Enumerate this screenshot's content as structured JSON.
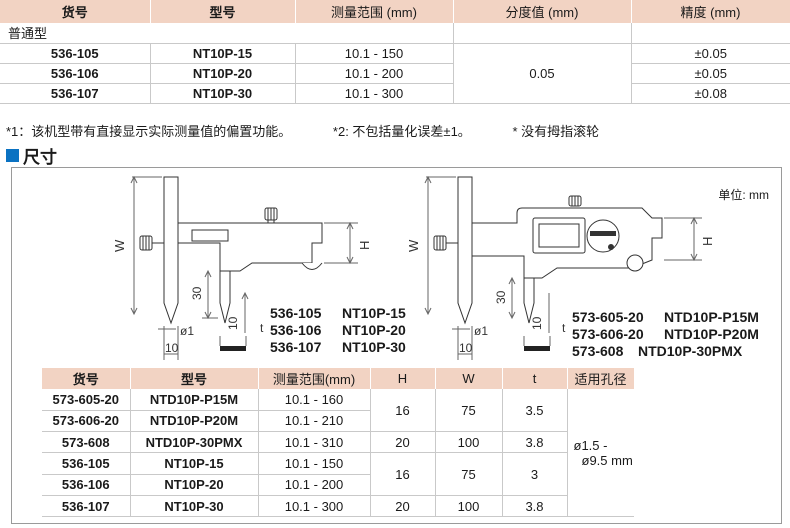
{
  "spec": {
    "headers": [
      "货号",
      "型号",
      "测量范围 (mm)",
      "分度值 (mm)",
      "精度 (mm)"
    ],
    "group_label": "普通型",
    "graduation": "0.05",
    "rows": [
      {
        "code": "536-105",
        "model": "NT10P-15",
        "range": "10.1 - 150",
        "accuracy": "±0.05"
      },
      {
        "code": "536-106",
        "model": "NT10P-20",
        "range": "10.1 - 200",
        "accuracy": "±0.05"
      },
      {
        "code": "536-107",
        "model": "NT10P-30",
        "range": "10.1 - 300",
        "accuracy": "±0.08"
      }
    ]
  },
  "notes": [
    "*1：该机型带有直接显示实际测量值的偏置功能。",
    "*2: 不包括量化误差±1。",
    "* 没有拇指滚轮"
  ],
  "section_title": "尺寸",
  "unit_label": "单位: mm",
  "drawing_labels": {
    "w": "W",
    "h": "H",
    "thirty": "30",
    "dia": "ø1",
    "ten": "10",
    "t": "t"
  },
  "model_groups": {
    "left": [
      {
        "code": "536-105",
        "model": "NT10P-15"
      },
      {
        "code": "536-106",
        "model": "NT10P-20"
      },
      {
        "code": "536-107",
        "model": "NT10P-30"
      }
    ],
    "right": [
      {
        "code": "573-605-20",
        "model": "NTD10P-P15M"
      },
      {
        "code": "573-606-20",
        "model": "NTD10P-P20M"
      },
      {
        "code": "573-608",
        "model": "NTD10P-30PMX"
      }
    ]
  },
  "dims": {
    "headers": [
      "货号",
      "型号",
      "测量范围(mm)",
      "H",
      "W",
      "t",
      "适用孔径"
    ],
    "rows": [
      {
        "code": "573-605-20",
        "model": "NTD10P-P15M",
        "range": "10.1 - 160"
      },
      {
        "code": "573-606-20",
        "model": "NTD10P-P20M",
        "range": "10.1 - 210"
      },
      {
        "code": "573-608",
        "model": "NTD10P-30PMX",
        "range": "10.1 - 310"
      },
      {
        "code": "536-105",
        "model": "NT10P-15",
        "range": "10.1 - 150"
      },
      {
        "code": "536-106",
        "model": "NT10P-20",
        "range": "10.1 - 200"
      },
      {
        "code": "536-107",
        "model": "NT10P-30",
        "range": "10.1 - 300"
      }
    ],
    "groups": [
      {
        "h": "16",
        "w": "75",
        "t": "3.5"
      },
      {
        "h": "20",
        "w": "100",
        "t": "3.8"
      },
      {
        "h": "16",
        "w": "75",
        "t": "3"
      },
      {
        "h": "20",
        "w": "100",
        "t": "3.8"
      }
    ],
    "bore_line1": "ø1.5 -",
    "bore_line2": "ø9.5 mm"
  }
}
